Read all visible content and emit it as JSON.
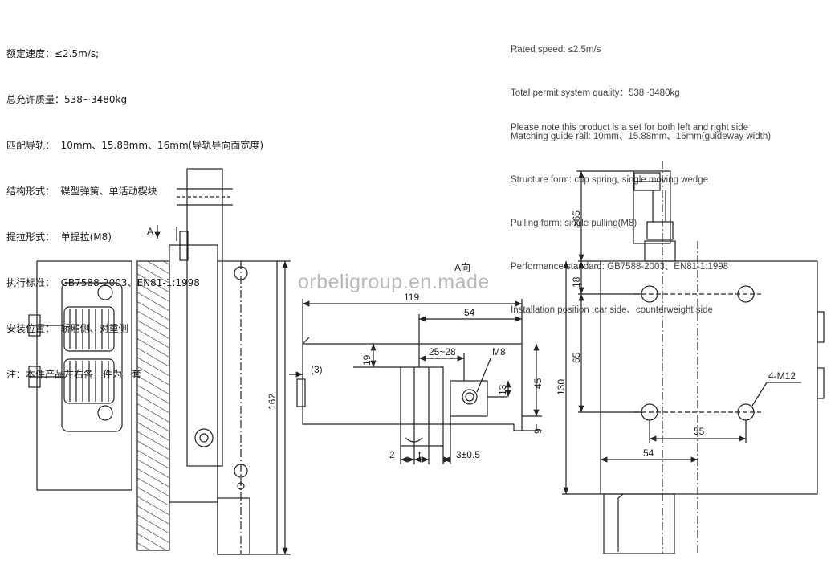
{
  "specs_cn": [
    "额定速度：≤2.5m/s;",
    "总允许质量：538~3480kg",
    "匹配导轨：  10mm、15.88mm、16mm(导轨导向面宽度)",
    "结构形式：  碟型弹簧、单活动楔块",
    "提拉形式：  单提拉(M8)",
    "执行标准：  GB7588-2003、EN81-1:1998",
    "安装位置：  轿厢侧、对重侧",
    "注：本件产品左右各一件为一套"
  ],
  "specs_en": [
    "Rated speed: ≤2.5m/s",
    "Total permit system quality：538~3480kg",
    "Matching guide rail: 10mm、15.88mm、16mm(guideway width)",
    "Structure form: cup spring, single moving wedge",
    "Pulling form: single pulling(M8)",
    "Performance standard: GB7588-2003、EN81-1:1998",
    "Installation position :car side、counterweight side"
  ],
  "note_en": "Please note this product is a set for both left and right side",
  "watermark": "orbeligroup.en.made",
  "labels": {
    "view_a": "A",
    "view_a_dir": "A向",
    "dim_162": "162",
    "dim_119": "119",
    "dim_54_top": "54",
    "dim_25_28": "25~28",
    "dim_m8": "M8",
    "dim_19": "19",
    "dim_3": "(3)",
    "dim_13": "13",
    "dim_45": "45",
    "dim_9": "9",
    "dim_2": "2",
    "dim_t": "t",
    "dim_3pm": "3±0.5",
    "dim_ge65": "≥65",
    "dim_18": "18",
    "dim_65": "65",
    "dim_130": "130",
    "dim_4m12": "4-M12",
    "dim_55": "55",
    "dim_54_bottom": "54"
  }
}
